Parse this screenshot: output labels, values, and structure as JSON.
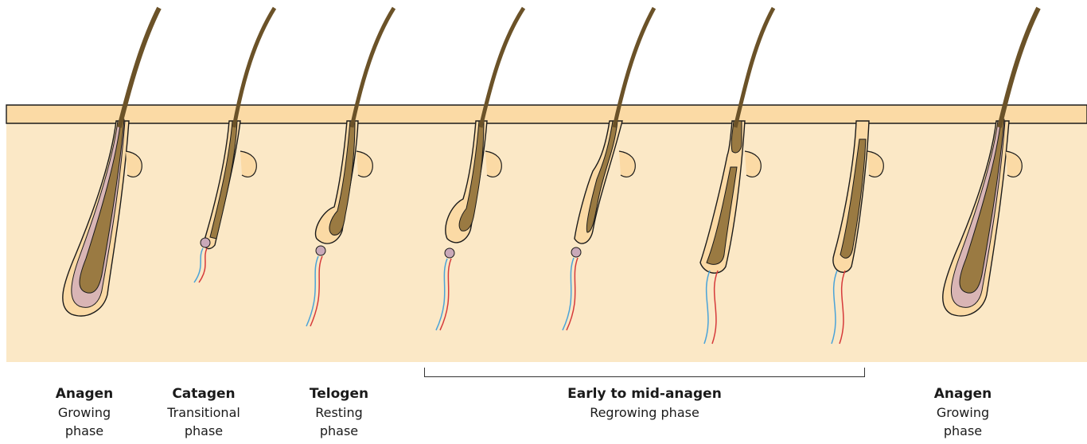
{
  "stages": [
    {
      "title": "Anagen",
      "desc_1": "Growing",
      "desc_2": "phase"
    },
    {
      "title": "Catagen",
      "desc_1": "Transitional",
      "desc_2": "phase"
    },
    {
      "title": "Telogen",
      "desc_1": "Resting",
      "desc_2": "phase"
    },
    {
      "title": "Early to mid-anagen",
      "desc_1": "Regrowing phase",
      "desc_2": ""
    },
    {
      "title": "Anagen",
      "desc_1": "Growing",
      "desc_2": "phase"
    }
  ],
  "colors": {
    "dermis": "#fbe8c6",
    "epidermis": "#fbdaa5",
    "hair_shaft": "#9a7a42",
    "sheath": "#d9b5b5",
    "papilla": "#c9a9b9",
    "outline": "#1a1a1a",
    "vessel_blue": "#4aa3d8",
    "vessel_red": "#d63a3a"
  }
}
